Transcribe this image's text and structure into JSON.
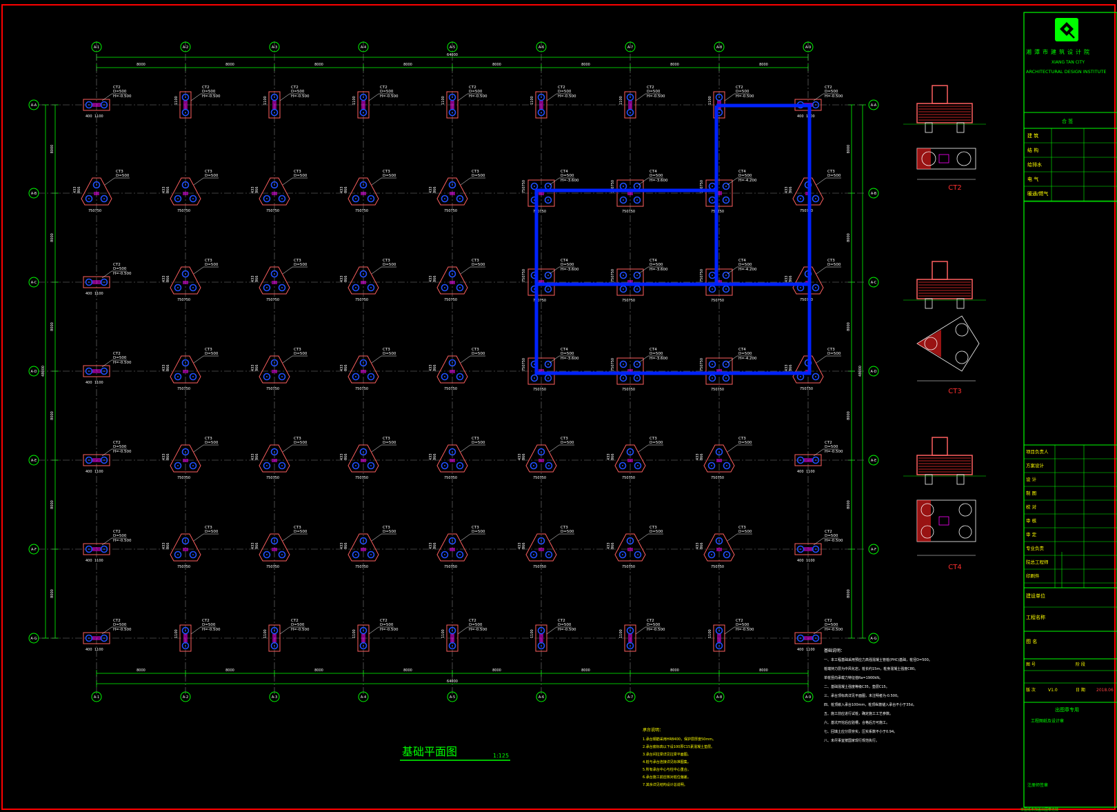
{
  "colors": {
    "background": "#000000",
    "frame": "#ff0000",
    "axis_green": "#00ff00",
    "pile_blue": "#2050ff",
    "cap_outline": "#ff6060",
    "highlight": "#0022ff",
    "text_white": "#ffffff",
    "note_yellow": "#ffff00",
    "magenta": "#ff00ff"
  },
  "axes": {
    "columns": [
      "A-1",
      "A-2",
      "A-3",
      "A-4",
      "A-5",
      "A-6",
      "A-7",
      "A-8",
      "A-9"
    ],
    "rows": [
      "A-A",
      "A-B",
      "A-C",
      "A-D",
      "A-E",
      "A-F",
      "A-G"
    ]
  },
  "dimensions": {
    "span": "8000",
    "overall_x": "64000",
    "overall_y": "48000"
  },
  "cap_labels": {
    "CT2": {
      "name": "CT2",
      "d": "D=500",
      "h": "H=-0.500",
      "w1": "400",
      "w2": "1100"
    },
    "CT3": {
      "name": "CT3",
      "d": "D=500",
      "h": "",
      "d1": "433",
      "d2": "866",
      "w": "750750"
    },
    "CT4": {
      "name": "CT4",
      "d": "D=500",
      "h": "H=-3.600",
      "d1": "750",
      "d2": "750",
      "w": "750750"
    }
  },
  "drawing": {
    "title": "基础平面图",
    "scale": "1:125"
  },
  "details": [
    "CT2",
    "CT3",
    "CT4"
  ],
  "title_block": {
    "firm_name": "湘潭市建筑设计院",
    "firm_en1": "XIANG TAN CITY",
    "firm_en2": "ARCHITECTURAL DESIGN INSTITUTE",
    "cooperation": "合 签",
    "coop_rows": [
      "建 筑",
      "结 构",
      "给排水",
      "电 气",
      "暖通/燃气"
    ],
    "staff_rows": [
      "项目负责人",
      "方案设计",
      "设 计",
      "制 图",
      "校 对",
      "审 核",
      "审 定",
      "专业负责",
      "院总工程师",
      "印刷件"
    ],
    "client": "建设单位",
    "project": "工程名称",
    "drawing_name": "图 名",
    "drawing_no": "图 号",
    "stage": "阶 段",
    "version_label": "版 次",
    "version": "V1.0",
    "date_label": "日 期",
    "date": "2018.06",
    "stamp_area": "出图章专用",
    "stamp_note": "工程图纸及设计章",
    "engineer_stamp": "注册师签章"
  },
  "notes": {
    "heading": "基础说明：",
    "lines": [
      "一、本工程基础采用预应力高强混凝土管桩(PHC)基础，桩径D=500。",
      "    桩端持力层为中风化岩，桩长约15m，桩身混凝土强度C80。",
      "    单桩竖向承载力特征值Ra=1900kN。",
      "二、基础混凝土强度等级C35，垫层C15。",
      "三、承台顶标高详见平面图，未注明者为-0.500。",
      "四、桩顶嵌入承台100mm，桩顶纵筋锚入承台不小于35d。",
      "五、施工前应进行试桩，确定施工工艺参数。",
      "六、基坑开挖后应验槽，合格后方可施工。",
      "七、回填土应分层夯实，压实系数不小于0.94。",
      "八、未尽事宜按国家现行规范执行。"
    ],
    "yellow_heading": "承台说明：",
    "yellow_lines": [
      "1.承台钢筋采用HRB400，保护层厚度50mm。",
      "2.承台底标高以下设100厚C15素混凝土垫层。",
      "3.承台间拉梁详见拉梁平面图。",
      "4.桩与承台连接详见标准图集。",
      "5.所有承台中心与柱中心重合。",
      "6.承台施工前应核对桩位偏差。",
      "7.其余详见结构设计总说明。"
    ]
  },
  "footer_note": "本图纸未加盖出图章无效"
}
